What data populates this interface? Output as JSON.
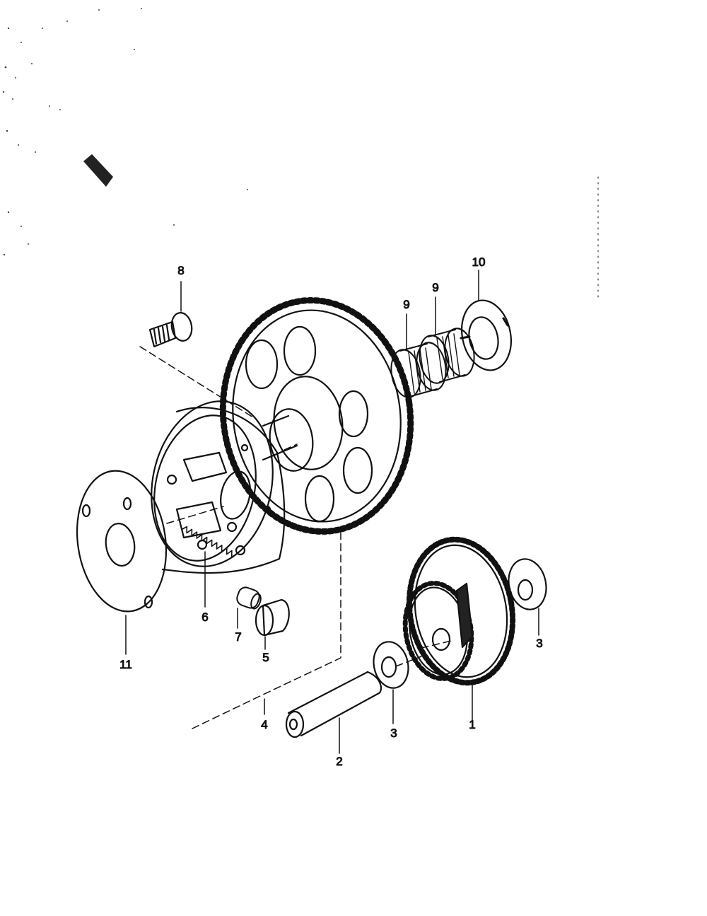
{
  "diagram": {
    "ink": "#111111",
    "paper": "#ffffff",
    "callouts": {
      "c1": "1",
      "c2": "2",
      "c3a": "3",
      "c3b": "3",
      "c4": "4",
      "c5": "5",
      "c6": "6",
      "c7": "7",
      "c8": "8",
      "c9a": "9",
      "c9b": "9",
      "c10": "10",
      "c11": "11"
    }
  }
}
